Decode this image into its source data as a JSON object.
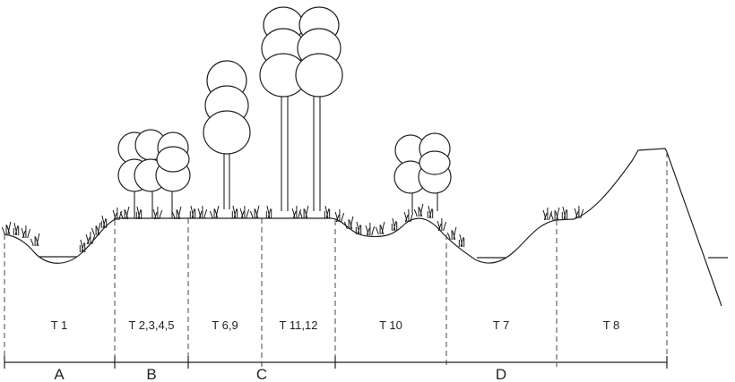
{
  "transects": [
    {
      "label": "T 1"
    },
    {
      "label": "T 2,3,4,5"
    },
    {
      "label": "T 6,9"
    },
    {
      "label": "T 11,12"
    },
    {
      "label": "T 10"
    },
    {
      "label": "T 7"
    },
    {
      "label": "T 8"
    }
  ],
  "zones": [
    {
      "label": "A"
    },
    {
      "label": "B"
    },
    {
      "label": "C"
    },
    {
      "label": "D"
    }
  ]
}
